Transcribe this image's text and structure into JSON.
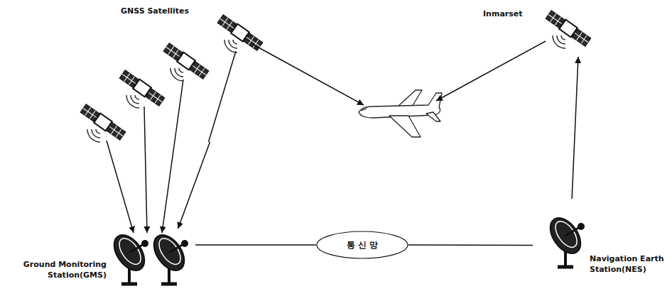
{
  "diagram": {
    "nodes": [
      {
        "text": [
          "GNSS Satellites"
        ]
      },
      {
        "text": [
          "Inmarset"
        ]
      },
      {
        "text": [
          "Ground Monitoring Station(GMS)"
        ]
      },
      {
        "text": [
          "통 신 망"
        ]
      },
      {
        "text": [
          "Navigation Earth Station(NES)"
        ]
      }
    ],
    "edges": [
      {
        "from": 0,
        "to": 2,
        "arrow": "to"
      },
      {
        "from": 4,
        "to": 1,
        "arrow": "to"
      },
      {
        "from": 2,
        "to": 3,
        "arrow": "none"
      },
      {
        "from": 3,
        "to": 4,
        "arrow": "none"
      }
    ]
  }
}
